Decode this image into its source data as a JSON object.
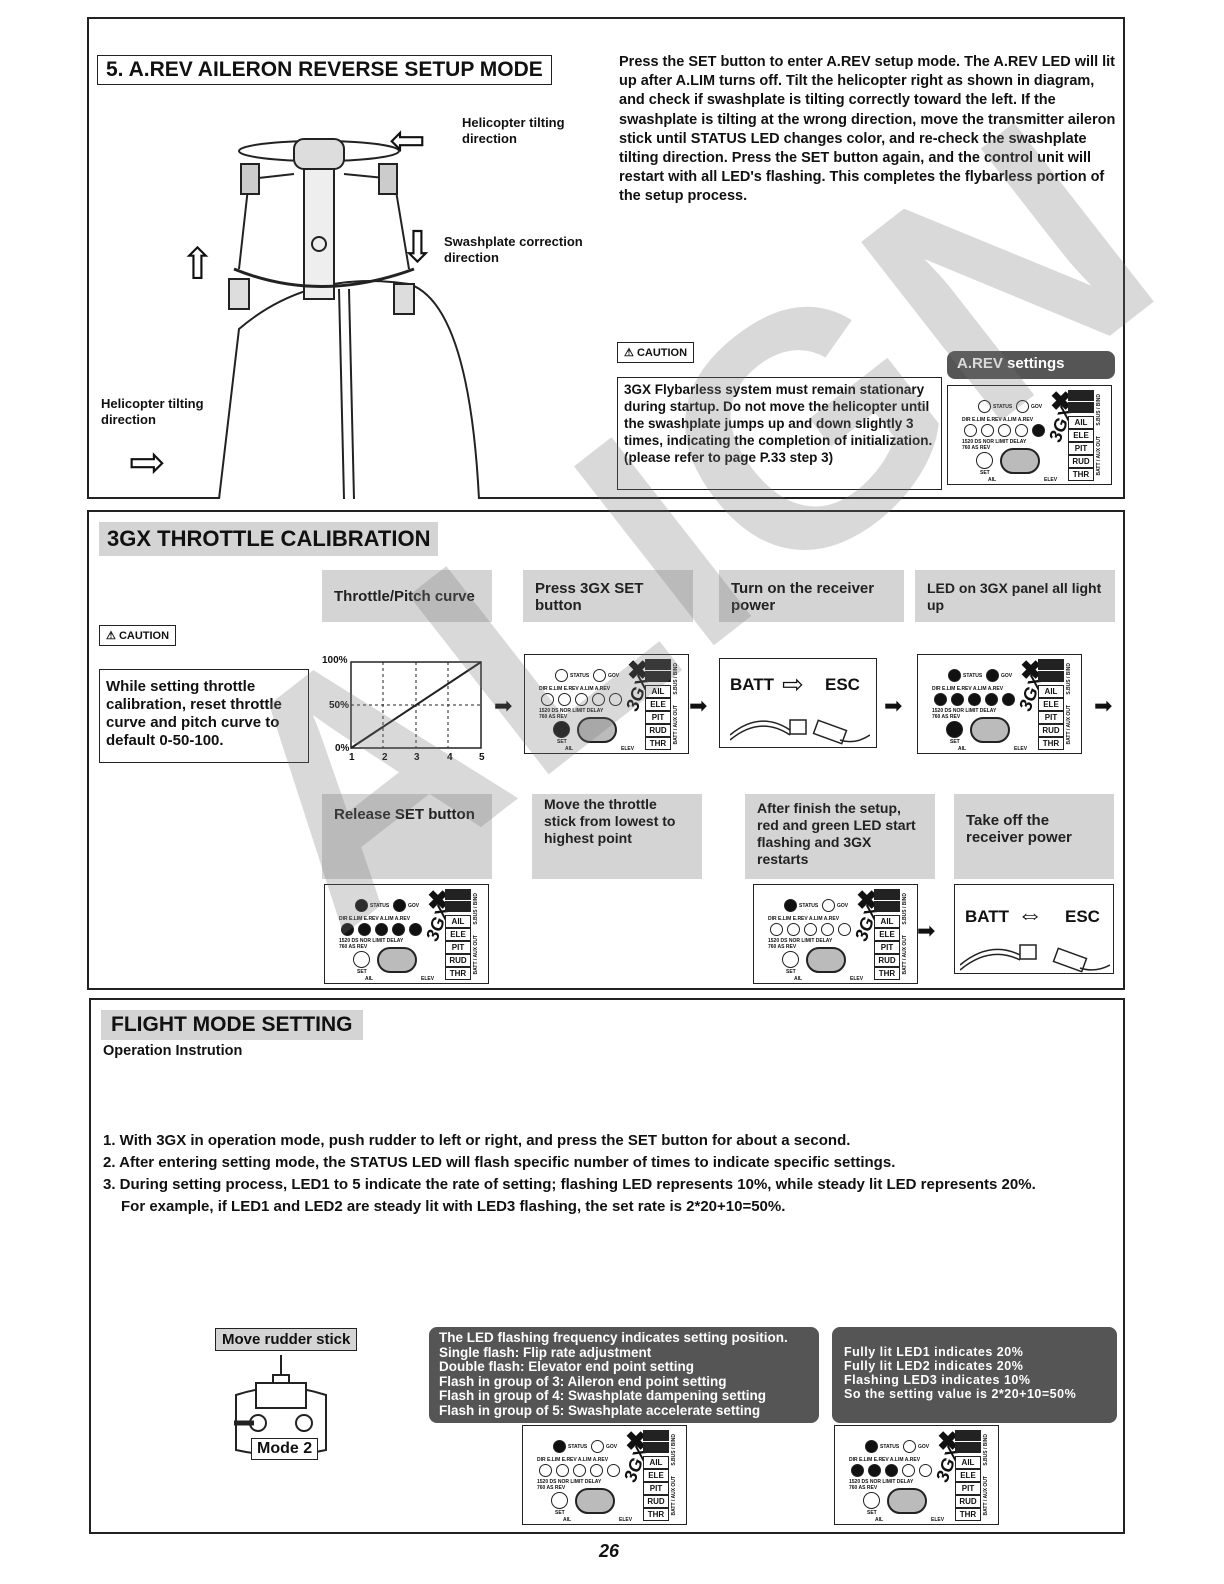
{
  "arev": {
    "title": "5. A.REV AILERON REVERSE SETUP MODE",
    "description": "Press the SET button to enter A.REV setup mode. The A.REV LED will lit up after A.LIM turns off. Tilt the helicopter right as shown in diagram, and check if swashplate is tilting correctly toward the left. If the swashplate is tilting at the wrong direction, move the transmitter aileron stick until STATUS LED changes color, and re-check the swashplate tilting direction. Press the SET button again, and the control unit will restart with all LED's flashing. This completes the flybarless portion of the setup process.",
    "heli_tilt_label_top": "Helicopter tilting direction",
    "swash_label": "Swashplate correction direction",
    "heli_tilt_label_left": "Helicopter tilting direction",
    "caution_label": "CAUTION",
    "caution_text": "3GX Flybarless system must remain stationary during startup. Do not move the helicopter until the swashplate jumps up and down slightly 3 times, indicating the completion of initialization. (please refer to page P.33 step 3)",
    "settings_badge": "A.REV settings"
  },
  "throttle": {
    "title": "3GX THROTTLE CALIBRATION",
    "caution_label": "CAUTION",
    "caution_text": "While setting throttle calibration, reset throttle curve and pitch curve to default 0-50-100.",
    "steps_row1": [
      "Throttle/Pitch curve",
      "Press 3GX SET button",
      "Turn on the receiver power",
      "LED on 3GX panel all light up"
    ],
    "steps_row2": [
      "Release SET button",
      "Move the throttle stick from lowest to highest point",
      "After finish the setup, red and green LED start flashing and 3GX restarts",
      "Take off the receiver power"
    ],
    "curve_y_labels": [
      "100%",
      "50%",
      "0%"
    ],
    "curve_x_labels": [
      "1",
      "2",
      "3",
      "4",
      "5"
    ],
    "batt_label": "BATT",
    "esc_label": "ESC"
  },
  "flight": {
    "title": "FLIGHT MODE SETTING",
    "subtitle": "Operation Instrution",
    "items": [
      "1. With 3GX in operation mode, push rudder to left or right, and press the SET button for about a second.",
      "2. After entering setting mode, the STATUS LED will flash specific number of times to indicate specific settings.",
      "3. During setting process, LED1 to 5 indicate the rate of setting; flashing LED represents 10%, while steady lit LED represents 20%.",
      "For example, if LED1 and LED2 are steady lit with LED3 flashing, the set rate is 2*20+10=50%."
    ],
    "rudder_label": "Move rudder stick",
    "mode_label": "Mode 2",
    "freq_box": [
      "The LED flashing frequency indicates setting position.",
      "Single flash: Flip rate adjustment",
      "Double flash: Elevator end point setting",
      "Flash in group of 3: Aileron end point setting",
      "Flash in group of 4: Swashplate dampening setting",
      "Flash in group of 5: Swashplate accelerate setting"
    ],
    "example_box": [
      "Fully lit LED1 indicates 20%",
      "Fully lit LED2 indicates 20%",
      "Flashing LED3 indicates 10%",
      "So the setting value is 2*20+10=50%"
    ]
  },
  "panel_text": {
    "status": "STATUS",
    "gov": "GOV",
    "row_labels": "DIR  E.LIM E.REV A.LIM A.REV",
    "row_vals": "1520  DS  NOR  LIMIT DELAY",
    "row_vals2": "760   AS  REV",
    "set": "SET",
    "ail": "AIL",
    "elev": "ELEV",
    "side": [
      "AIL",
      "ELE",
      "PIT",
      "RUD",
      "THR"
    ],
    "vert1": "S.BUS / BIND",
    "vert2": "BATT / AUX OUT",
    "brand": "3GX"
  },
  "page_number": "26",
  "watermark": "ALIGN"
}
